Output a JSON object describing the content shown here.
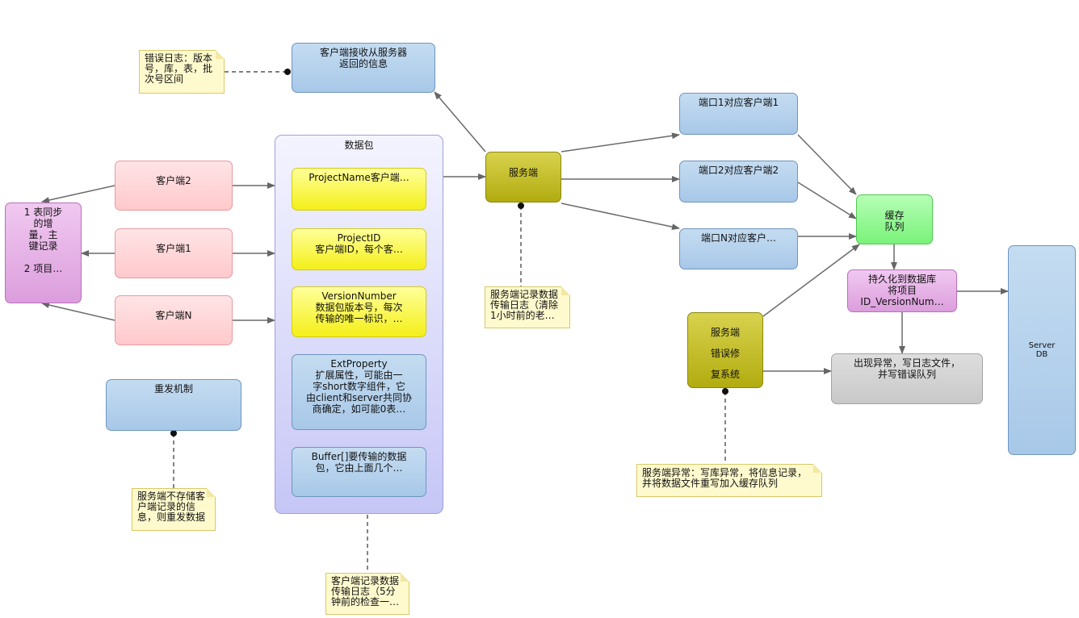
{
  "nodes": {
    "client_recv": "客户端接收从服务器\n返回的信息",
    "err_log_note": "错误日志：版本\n号，库，表，批\n次号区间",
    "table_sync": "1 表同步\n的增\n量，主\n键记录\n\n2 项目…",
    "client2": "客户端2",
    "client1": "客户端1",
    "clientN": "客户端N",
    "resend": "重发机制",
    "resend_note": "服务端不存储客\n户端记录的信\n息，则重发数据",
    "packet_title": "数据包",
    "project_name": "ProjectName客户端…",
    "project_id": "ProjectID\n客户端ID，每个客…",
    "version_number": "VersionNumber\n数据包版本号，每次\n传输的唯一标识，…",
    "ext_property": "ExtProperty\n扩展属性，可能由一\n字short数字组件，它\n由client和server共同协\n商确定，如可能0表…",
    "buffer": "Buffer[]要传输的数据\n包，它由上面几个…",
    "client_log_note": "客户端记录数据\n传输日志（5分\n钟前的检查一…",
    "server": "服务端",
    "server_log_note": "服务端记录数据\n传输日志（清除\n1小时前的老…",
    "port1": "端口1对应客户端1",
    "port2": "端口2对应客户端2",
    "portN": "端口N对应客户…",
    "cache_queue": "缓存\n队列",
    "persist": "持久化到数据库\n将项目\nID_VersionNum…",
    "server_db": "Server\nDB",
    "repair": "服务端\n\n错误修\n\n复系统",
    "exception": "出现异常，写日志文件，\n并写错误队列",
    "repair_note": "服务端异常：写库异常，将信息记录，\n并将数据文件重写加入缓存队列"
  }
}
